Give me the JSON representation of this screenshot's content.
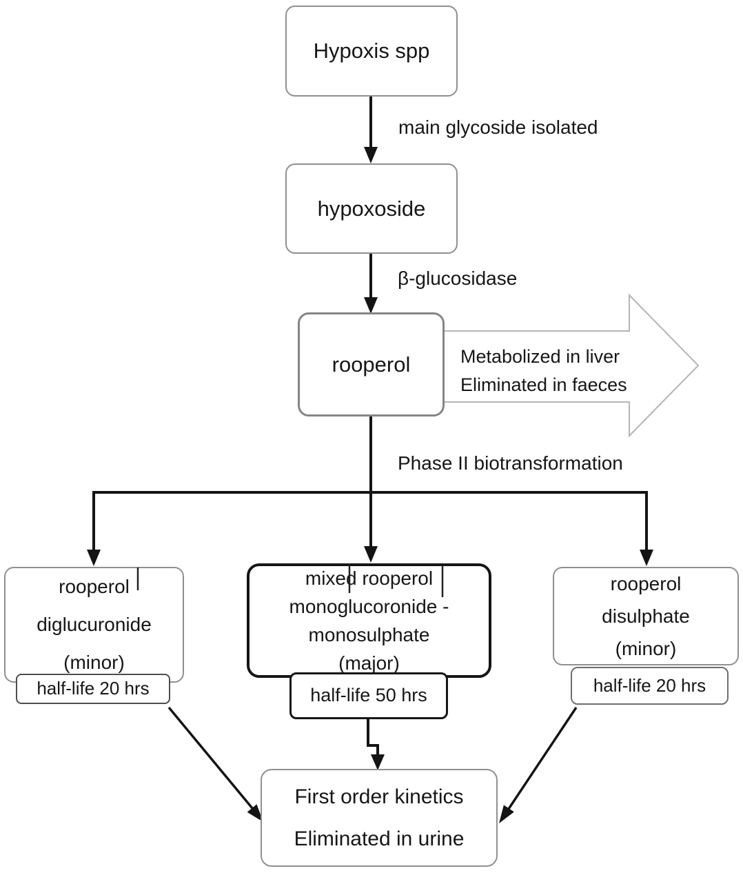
{
  "nodes": {
    "hypoxis": {
      "label": "Hypoxis spp"
    },
    "hypoxoside": {
      "label": "hypoxoside"
    },
    "rooperol": {
      "label": "rooperol"
    },
    "left_metabolite": {
      "line1": "rooperol",
      "line2": "diglucuronide",
      "line3": "(minor)",
      "half_life": "half-life 20 hrs"
    },
    "center_metabolite": {
      "line1": "mixed rooperol",
      "line2": "monoglucoronide -",
      "line3": "monosulphate",
      "line4": "(major)",
      "half_life": "half-life 50 hrs"
    },
    "right_metabolite": {
      "line1": "rooperol",
      "line2": "disulphate",
      "line3": "(minor)",
      "half_life": "half-life 20 hrs"
    },
    "outcome": {
      "line1": "First order kinetics",
      "line2": "Eliminated in urine"
    }
  },
  "edge_labels": {
    "isolation": "main glycoside isolated",
    "enzyme": "β-glucosidase",
    "phase2": "Phase II biotransformation"
  },
  "side_arrow": {
    "line1": "Metabolized in liver",
    "line2": "Eliminated in faeces"
  },
  "colors": {
    "connector": "#141414",
    "gray_border": "#8f8f8f",
    "black_border": "#151515",
    "hollow_arrow_outline": "#b5b5b5",
    "background": "#ffffff"
  }
}
